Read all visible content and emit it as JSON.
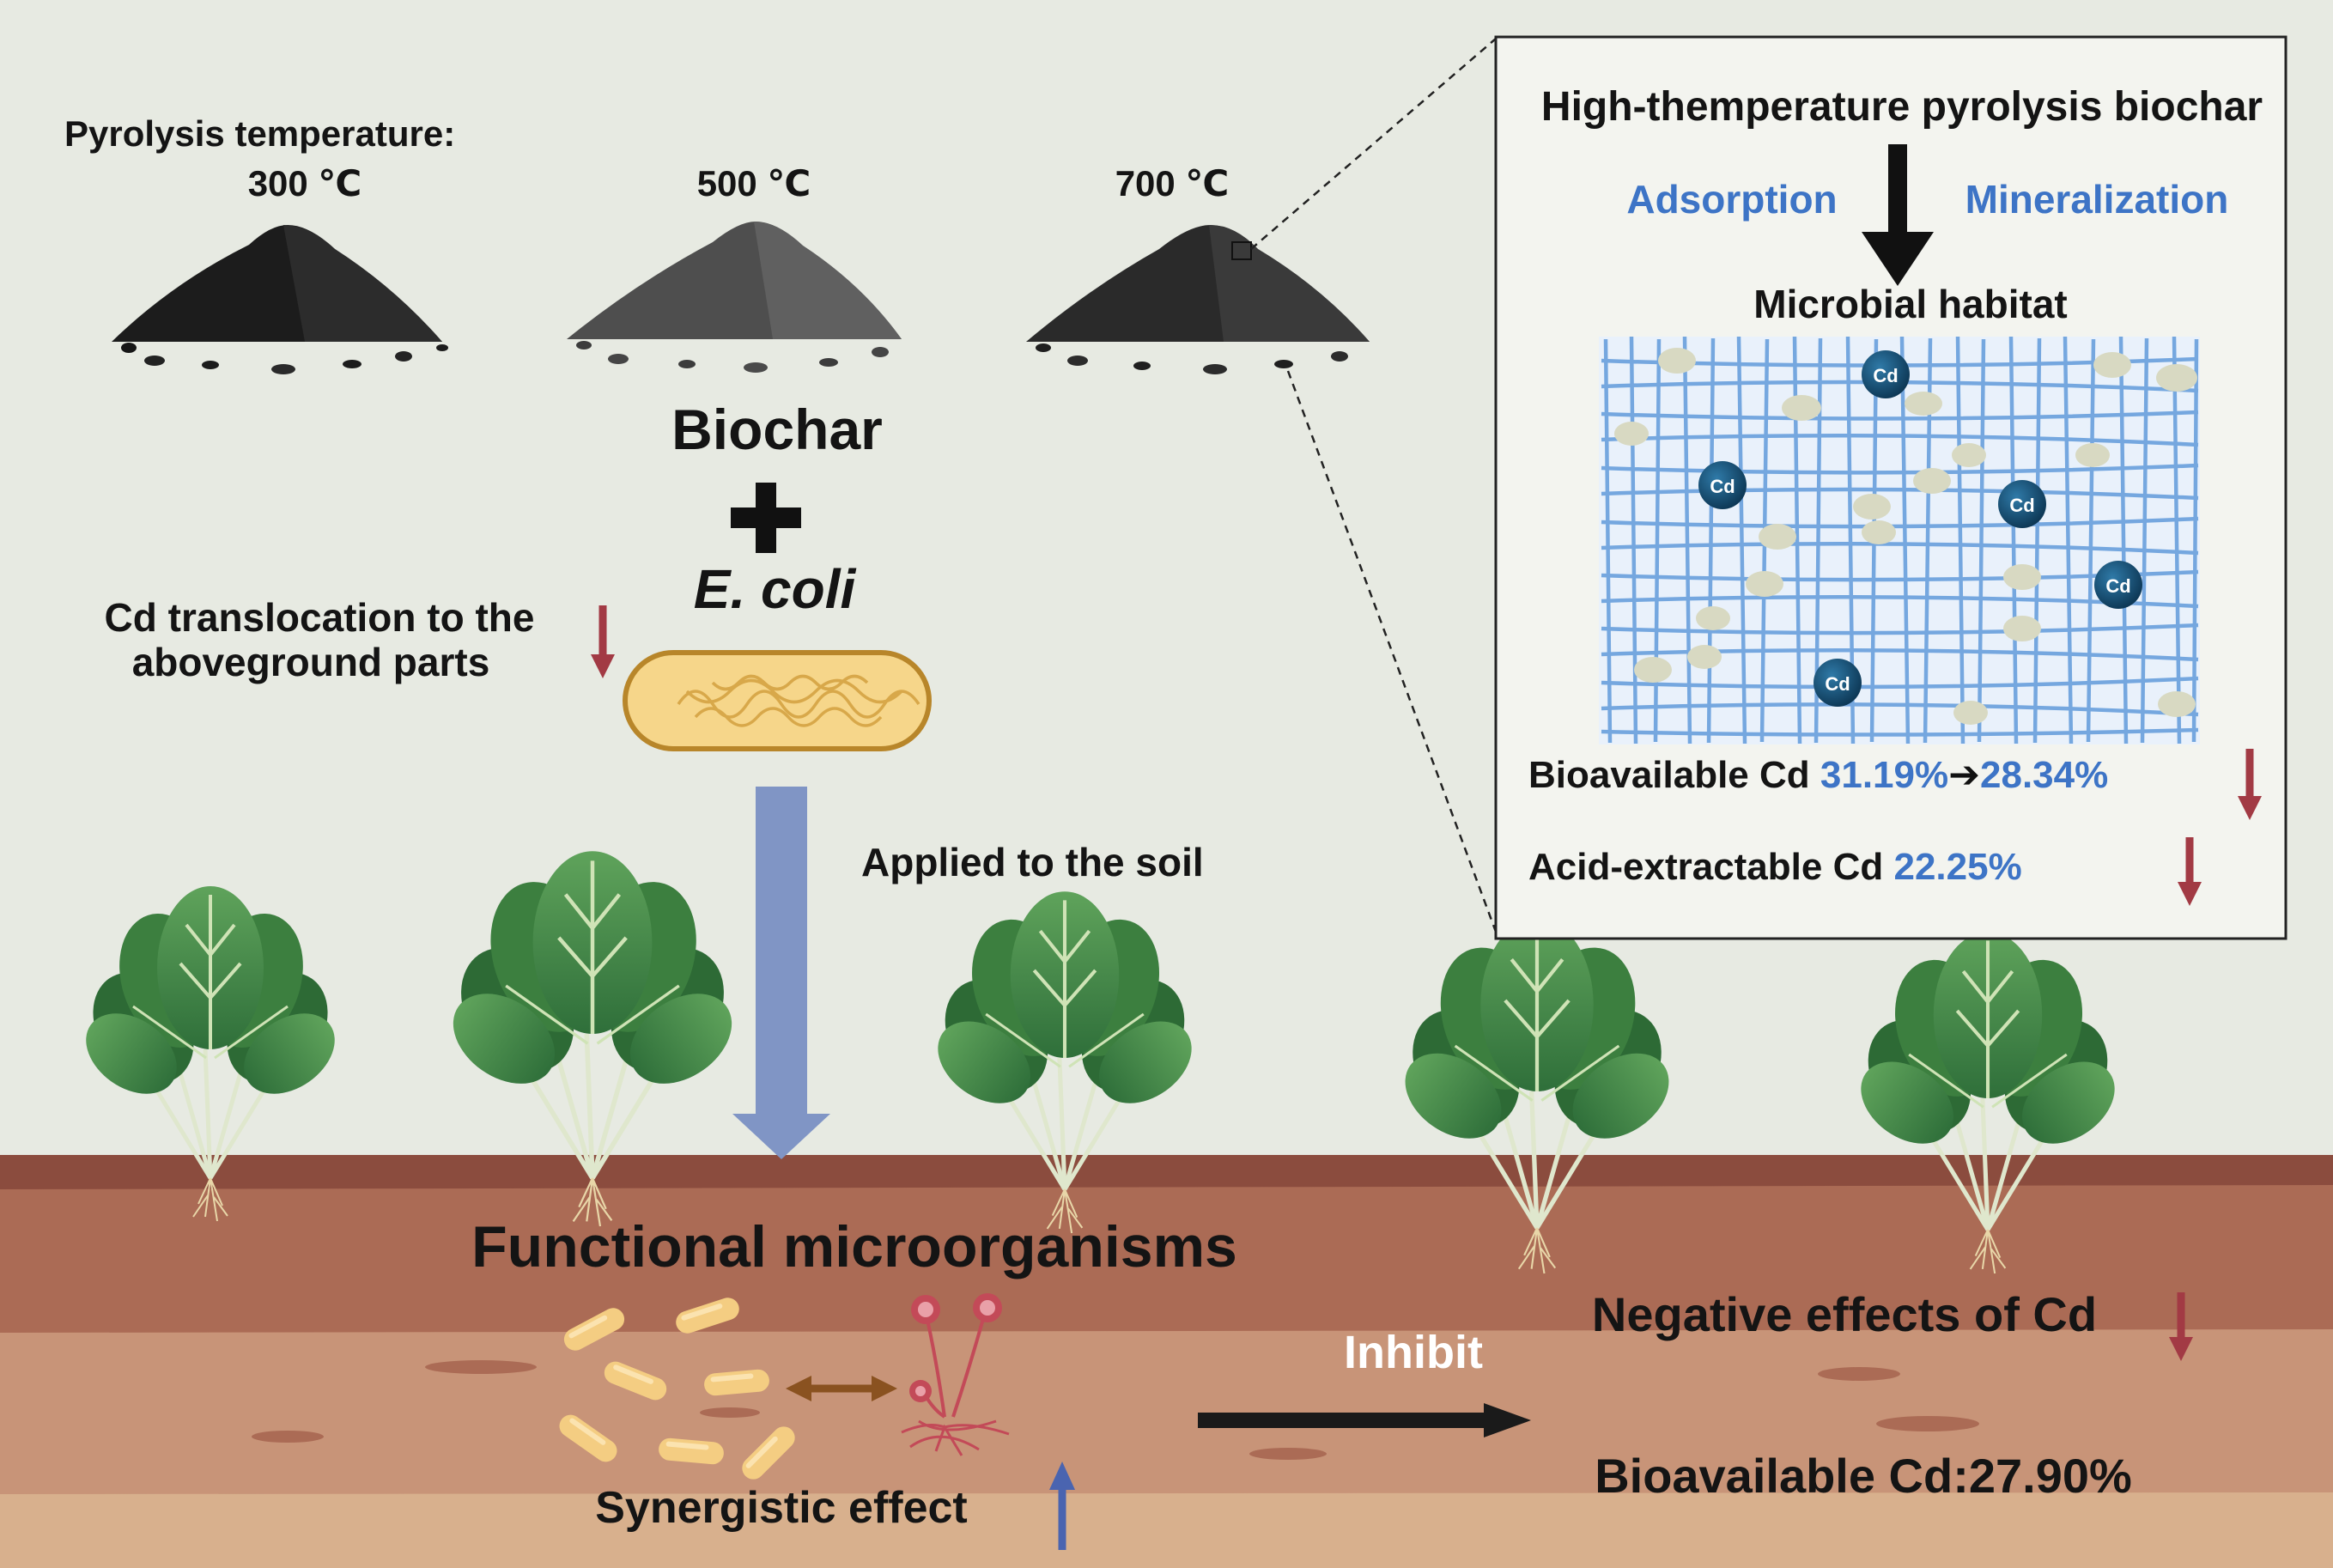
{
  "pyrolysis": {
    "heading": "Pyrolysis temperature:",
    "temps": [
      "300 ℃",
      "500 ℃",
      "700 ℃"
    ]
  },
  "center": {
    "biochar": "Biochar",
    "ecoli": "E. coli",
    "applied": "Applied to the soil"
  },
  "translocation": {
    "line1": "Cd translocation to the",
    "line2": "aboveground parts"
  },
  "inset": {
    "title": "High-themperature pyrolysis biochar",
    "adsorption": "Adsorption",
    "mineralization": "Mineralization",
    "habitat": "Microbial habitat",
    "cd_label": "Cd",
    "bioavailable_label": "Bioavailable Cd ",
    "bioavailable_from": "31.19%",
    "arrow_glyph": "➔",
    "bioavailable_to": "28.34%",
    "acid_label": "Acid-extractable Cd ",
    "acid_value": "22.25%"
  },
  "soil": {
    "functional": "Functional microorganisms",
    "synergistic": "Synergistic effect",
    "inhibit": "Inhibit",
    "negative": "Negative effects of Cd",
    "bioavailable": "Bioavailable Cd:27.90%"
  },
  "colors": {
    "background": "#e7eae2",
    "soil_top": "#8b4c3e",
    "soil_mid": "#ab6b55",
    "soil_low": "#c89478",
    "soil_base": "#d8b08d",
    "down_arrow_red": "#a23a44",
    "blue_arrow": "#8095c5",
    "text_blue": "#3d74c6",
    "bacteria": "#f4cd82",
    "cd_ion": "#134a6e"
  }
}
